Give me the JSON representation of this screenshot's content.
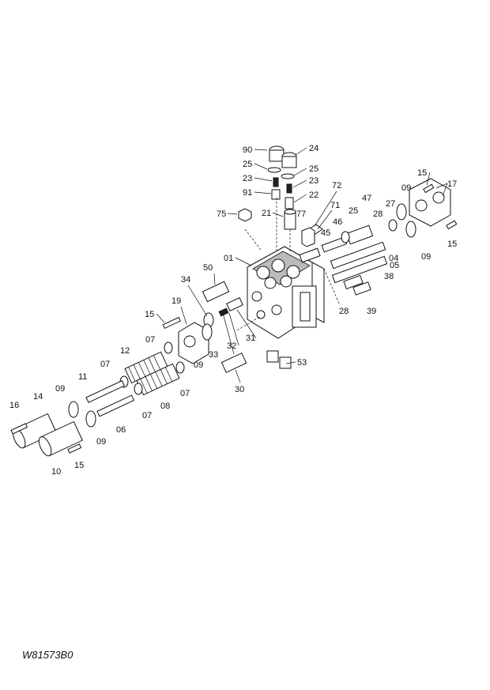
{
  "figure": {
    "reference_code": "W81573B0",
    "part_labels": [
      "90",
      "24",
      "25",
      "25",
      "23",
      "23",
      "91",
      "22",
      "75",
      "21",
      "77",
      "72",
      "71",
      "47",
      "46",
      "45",
      "25",
      "28",
      "27",
      "09",
      "15",
      "17",
      "15",
      "09",
      "01",
      "05",
      "04",
      "38",
      "39",
      "28",
      "50",
      "34",
      "19",
      "15",
      "33",
      "32",
      "31",
      "09",
      "07",
      "12",
      "07",
      "07",
      "08",
      "11",
      "07",
      "30",
      "53",
      "09",
      "14",
      "16",
      "06",
      "09",
      "10",
      "15"
    ]
  }
}
